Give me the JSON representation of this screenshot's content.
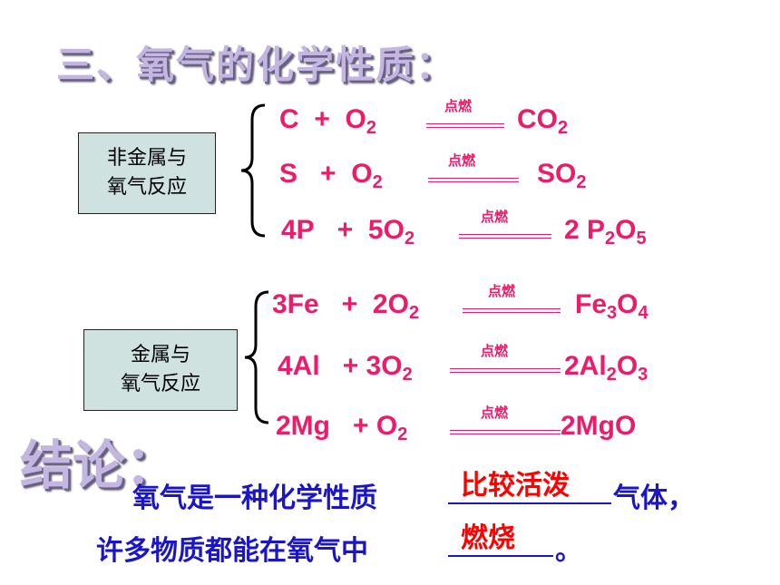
{
  "title": "三、氧气的化学性质：",
  "groups": {
    "nonmetal": {
      "label_line1": "非金属与",
      "label_line2": "氧气反应"
    },
    "metal": {
      "label_line1": "金属与",
      "label_line2": "氧气反应"
    }
  },
  "condition": "点燃",
  "equations": {
    "c": {
      "r1": "C",
      "plus": "+",
      "r2": "O",
      "r2_sub": "2",
      "p1": "CO",
      "p1_sub": "2"
    },
    "s": {
      "r1": "S",
      "plus": "+",
      "r2": "O",
      "r2_sub": "2",
      "p1": "SO",
      "p1_sub": "2"
    },
    "p": {
      "r1": "4P",
      "plus": "+",
      "r2": "5O",
      "r2_sub": "2",
      "p_coef": "2 P",
      "p_sub1": "2",
      "p_mid": "O",
      "p_sub2": "5"
    },
    "fe": {
      "r1": "3Fe",
      "plus": "+",
      "r2": "2O",
      "r2_sub": "2",
      "p_a": "Fe",
      "p_sub1": "3",
      "p_b": "O",
      "p_sub2": "4"
    },
    "al": {
      "r1": "4Al",
      "plus": "+ 3O",
      "r2_sub": "2",
      "p_a": "2Al",
      "p_sub1": "2",
      "p_b": "O",
      "p_sub2": "3"
    },
    "mg": {
      "r1": "2Mg",
      "plus": "+ O",
      "r2_sub": "2",
      "p1": "2MgO"
    }
  },
  "conclusion": {
    "label": "结论：",
    "line1_start": "氧气是一种化学性质",
    "line1_end": "气体，",
    "answer1": "比较活泼",
    "line2_start": "许多物质都能在氧气中",
    "line2_end": "。",
    "answer2": "燃烧"
  }
}
